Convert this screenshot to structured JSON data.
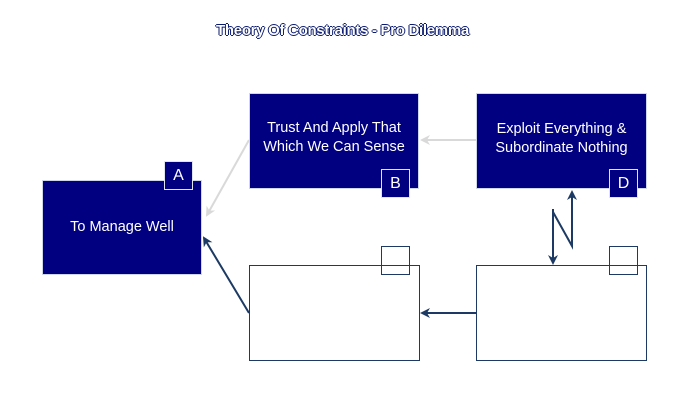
{
  "title": "Theory Of Constraints - Pro Dilemma",
  "colors": {
    "box_fill": "#000080",
    "box_text": "#ffffff",
    "empty_box_border": "#1c3a63",
    "dark_arrow": "#1c3a63",
    "light_arrow": "#d9d9d9"
  },
  "boxes": {
    "A": {
      "label": "To Manage Well",
      "badge": "A"
    },
    "B": {
      "label": "Trust And Apply That Which We Can Sense",
      "badge": "B"
    },
    "C": {
      "label": "",
      "badge": ""
    },
    "D": {
      "label": "Exploit Everything  & Subordinate Nothing",
      "badge": "D"
    },
    "E": {
      "label": "",
      "badge": ""
    }
  },
  "connections": [
    {
      "from": "B",
      "to": "A",
      "style": "light"
    },
    {
      "from": "D",
      "to": "B",
      "style": "light"
    },
    {
      "from": "C",
      "to": "A",
      "style": "dark"
    },
    {
      "from": "E",
      "to": "C",
      "style": "dark"
    },
    {
      "from": "D",
      "to": "E",
      "style": "dark-conflict"
    }
  ]
}
